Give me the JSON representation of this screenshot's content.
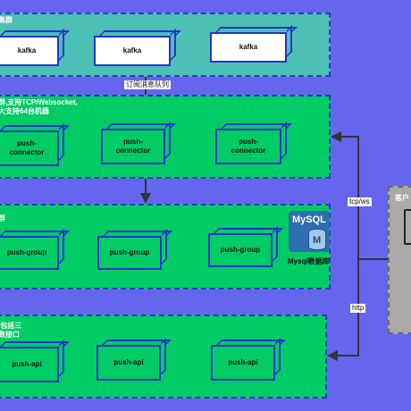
{
  "groups": {
    "kafka_cluster": {
      "label": "集群"
    },
    "connector_cluster": {
      "label": "群,支持TCP/Websocket,\n大支持64台机器"
    },
    "group_cluster": {
      "label": "群"
    },
    "api_cluster": {
      "label": ",包括三\n数接口"
    },
    "client": {
      "label": "客户"
    }
  },
  "kafka_nodes": [
    "kafka",
    "kafka",
    "kafka"
  ],
  "connector_nodes": [
    "push-\nconnector",
    "push-\nconnector",
    "push-\nconnector"
  ],
  "group_nodes": [
    "push-group",
    "push-group",
    "push-group"
  ],
  "api_nodes": [
    "push-api",
    "push-api",
    "push-api"
  ],
  "mysql": {
    "logo_text": "MySQL",
    "caption": "Mysql数据库",
    "letter": "M"
  },
  "edges": {
    "subscribe": "订阅消息队列",
    "tcp_ws": "tcp/ws",
    "http": "http"
  },
  "colors": {
    "background": "#6565ee",
    "kafka_group": "#4cc0b4",
    "green_group": "#00cc66",
    "border": "#3a2de0",
    "arrow": "#333333",
    "client": "#aaaaaa"
  }
}
